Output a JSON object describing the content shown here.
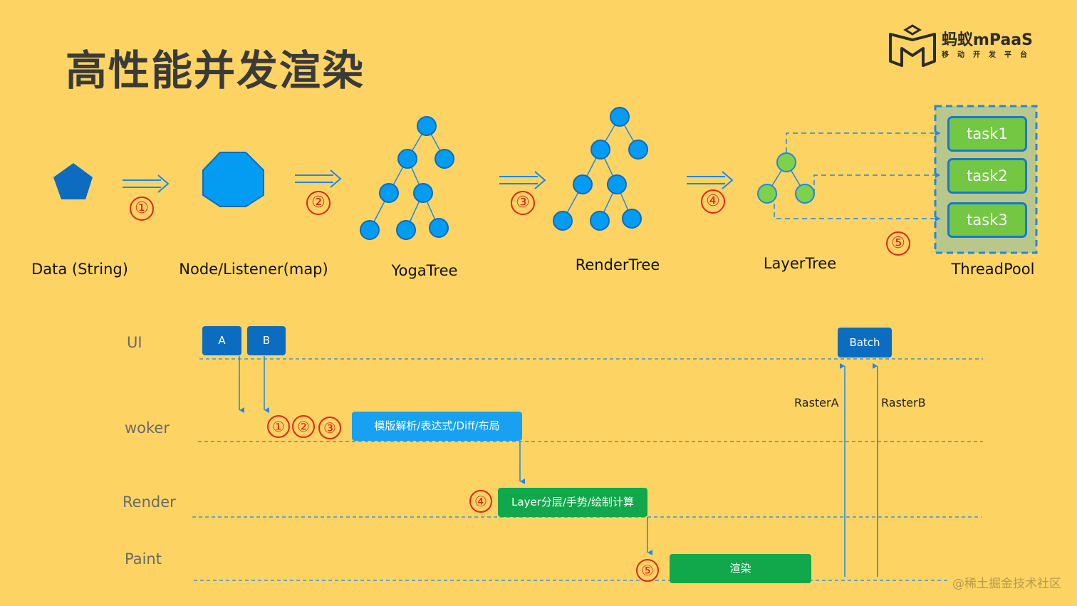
{
  "title": "高性能并发渲染",
  "brand": {
    "name": "蚂蚁mPaaS",
    "subtitle": "移动开发平台"
  },
  "stages": [
    "Data (String)",
    "Node/Listener(map)",
    "YogaTree",
    "RenderTree",
    "LayerTree",
    "ThreadPool"
  ],
  "steps": [
    "①",
    "②",
    "③",
    "④",
    "⑤"
  ],
  "tasks": [
    "task1",
    "task2",
    "task3"
  ],
  "lanes": [
    "UI",
    "woker",
    "Render",
    "Paint"
  ],
  "ui_boxes": {
    "a": "A",
    "b": "B",
    "batch": "Batch"
  },
  "worker_steps": [
    "①",
    "②",
    "③"
  ],
  "worker_box": "模版解析/表达式/Diff/布局",
  "render_step": "④",
  "render_box": "Layer分层/手势/绘制计算",
  "paint_step": "⑤",
  "paint_box": "渲染",
  "raster": [
    "RasterA",
    "RasterB"
  ],
  "watermark": "@稀土掘金技术社区",
  "colors": {
    "background": "#FDD463",
    "blue_shape": "#049BF3",
    "dark_blue": "#0B6CC0",
    "green_node": "#7ED14B",
    "step_red": "#E0251B",
    "green_box": "#10A84B",
    "light_blue_box": "#17A1F0",
    "dash_blue": "#1E88E5",
    "threadpool_bg": "#B9C78A"
  }
}
